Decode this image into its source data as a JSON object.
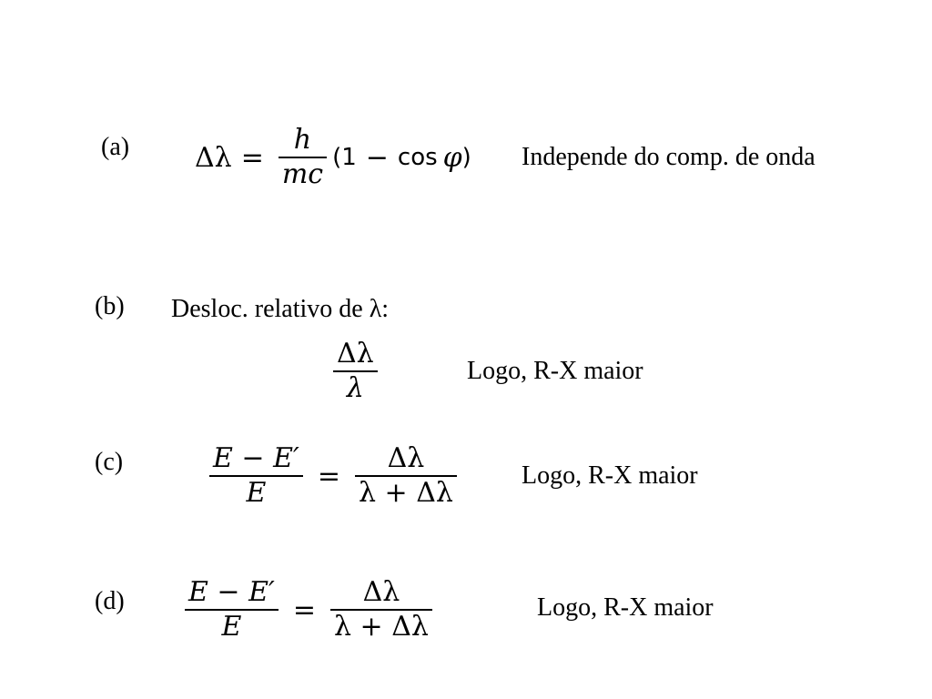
{
  "items": [
    {
      "label": "(a)",
      "formula": {
        "lhs": "Δλ",
        "eq": "=",
        "frac_num": "h",
        "frac_den": "mc",
        "tail_open": "(1",
        "tail_minus": "−",
        "tail_cos": "cos",
        "tail_phi": "φ",
        "tail_close": ")"
      },
      "note": "Independe do comp. de onda"
    },
    {
      "label": "(b)",
      "heading": "Desloc. relativo de λ:",
      "formula": {
        "frac_num": "Δλ",
        "frac_den": "λ"
      },
      "note": "Logo, R-X maior"
    },
    {
      "label": "(c)",
      "formula": {
        "lhs_num": "E − E′",
        "lhs_den": "E",
        "eq": "=",
        "rhs_num": "Δλ",
        "rhs_den": "λ + Δλ"
      },
      "note": "Logo, R-X maior"
    },
    {
      "label": "(d)",
      "formula": {
        "lhs_num": "E − E′",
        "lhs_den": "E",
        "eq": "=",
        "rhs_num": "Δλ",
        "rhs_den": "λ + Δλ"
      },
      "note": "Logo, R-X maior"
    }
  ]
}
